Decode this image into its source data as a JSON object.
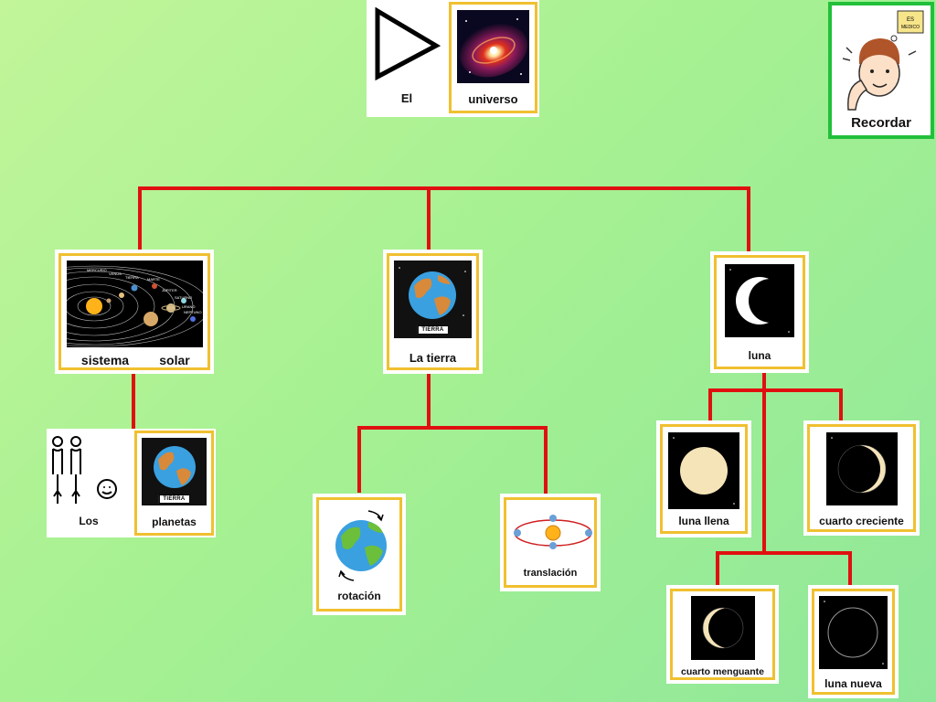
{
  "title": {
    "article": "El",
    "noun": "universo"
  },
  "recordar": {
    "label": "Recordar",
    "bubble_line1": "ES",
    "bubble_line2": "MEDICO"
  },
  "nodes": {
    "sistema": {
      "word1": "sistema",
      "word2": "solar"
    },
    "tierra": {
      "label": "La tierra",
      "tag": "TIERRA"
    },
    "luna": {
      "label": "luna"
    },
    "planetas": {
      "article": "Los",
      "noun": "planetas",
      "tag": "TIERRA"
    },
    "rotacion": {
      "label": "rotación"
    },
    "traslacion": {
      "label": "translación"
    },
    "luna_llena": {
      "label": "luna llena"
    },
    "cuarto_creciente": {
      "label": "cuarto creciente"
    },
    "cuarto_menguante": {
      "label": "cuarto menguante"
    },
    "luna_nueva": {
      "label": "luna nueva"
    }
  },
  "solar_system_labels": [
    "MERCURIO",
    "VENUS",
    "TIERRA",
    "MARTE",
    "JÚPITER",
    "SATURNO",
    "URANO",
    "NEPTUNO"
  ],
  "colors": {
    "connector": "#e01010",
    "card_border": "#f0c030",
    "recordar_border": "#22c03a",
    "background": "#a6f192"
  }
}
